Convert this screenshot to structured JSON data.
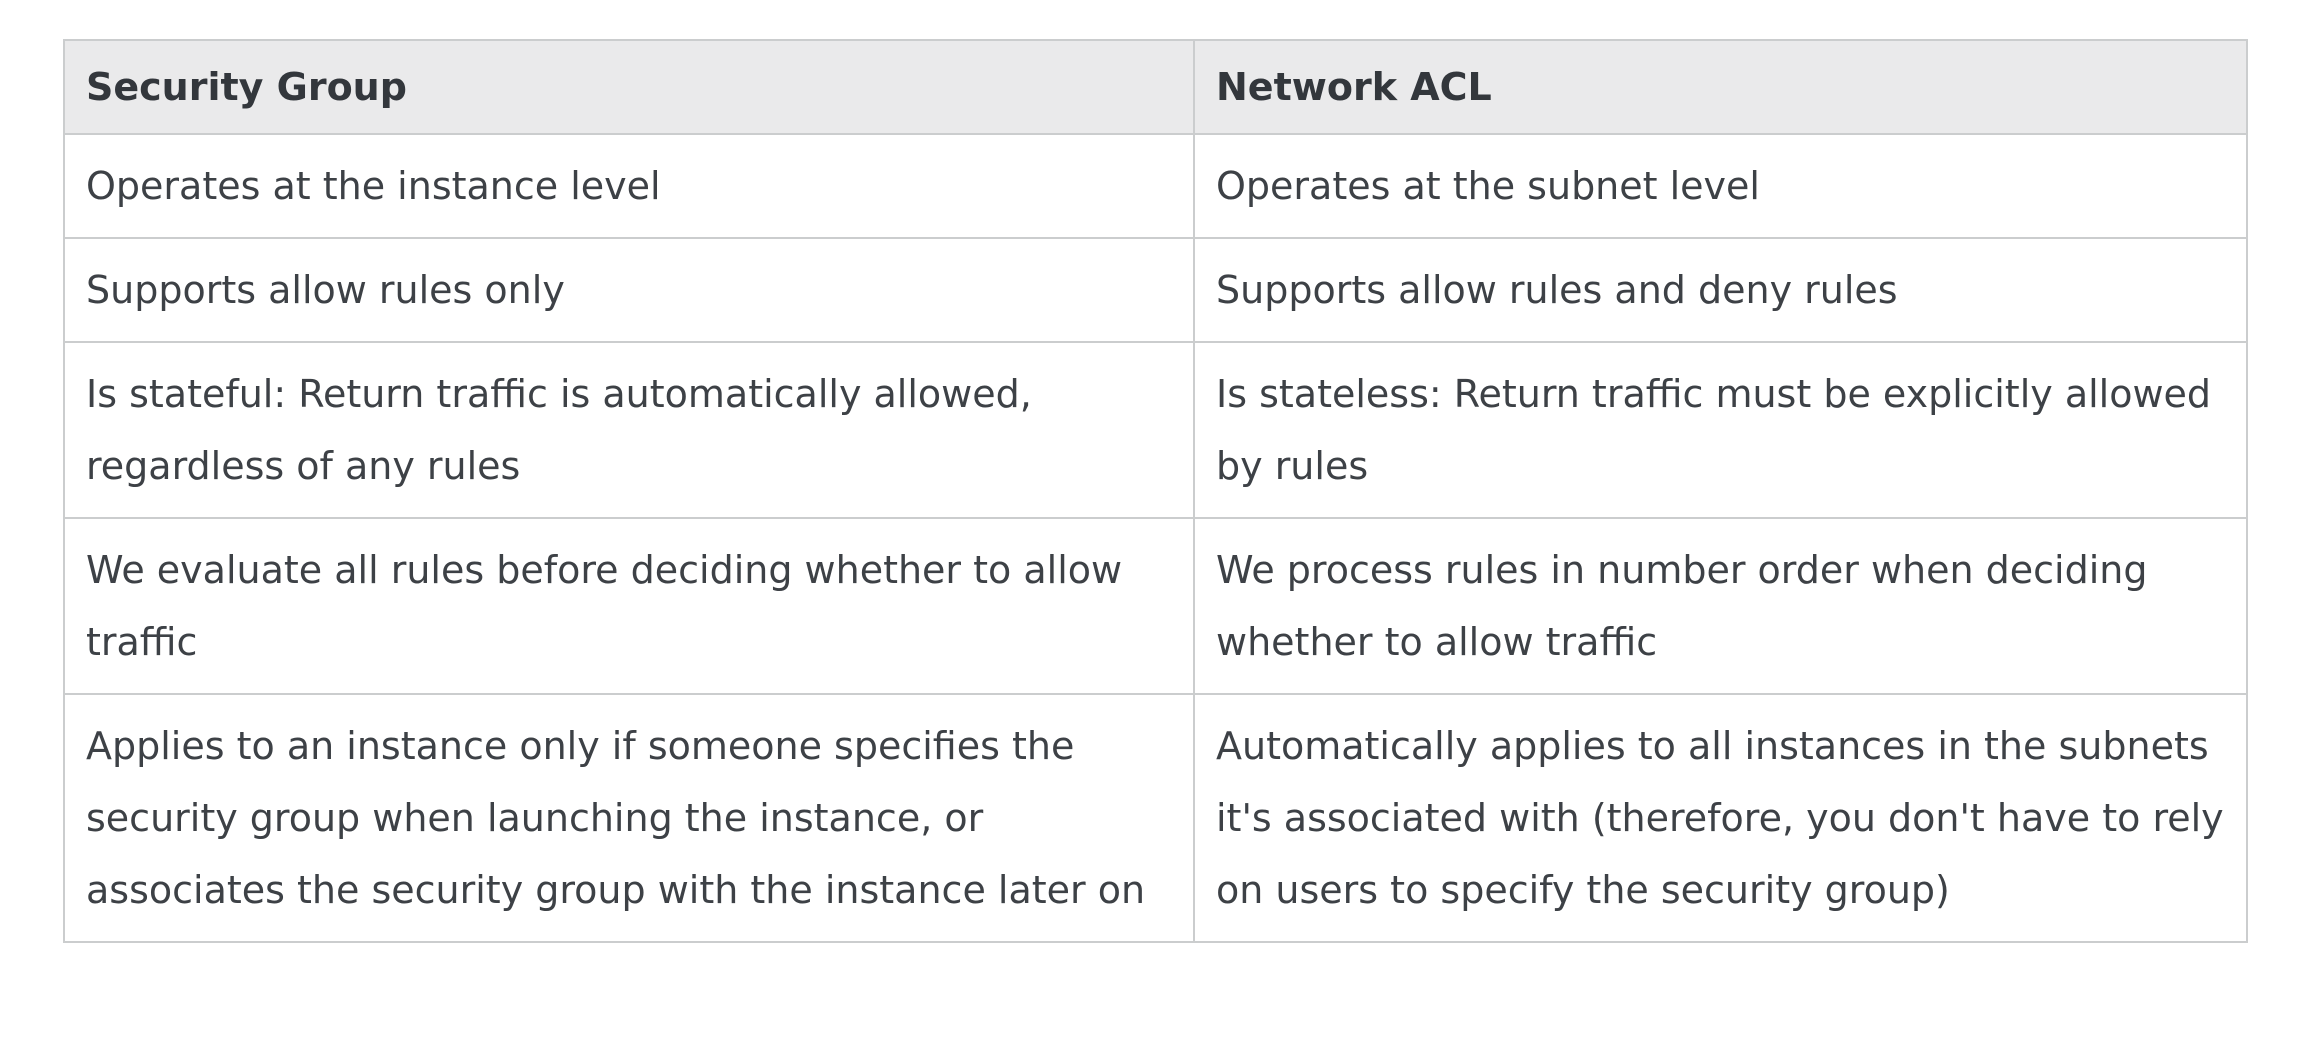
{
  "table": {
    "columns": [
      {
        "label": "Security Group"
      },
      {
        "label": "Network ACL"
      }
    ],
    "rows": [
      {
        "security_group": "Operates at the instance level",
        "network_acl": "Operates at the subnet level"
      },
      {
        "security_group": "Supports allow rules only",
        "network_acl": "Supports allow rules and deny rules"
      },
      {
        "security_group": "Is stateful: Return traffic is automatically allowed, regardless of any rules",
        "network_acl": "Is stateless: Return traffic must be explicitly allowed by rules"
      },
      {
        "security_group": "We evaluate all rules before deciding whether to allow traffic",
        "network_acl": "We process rules in number order when deciding whether to allow traffic"
      },
      {
        "security_group": "Applies to an instance only if someone specifies the security group when launching the instance, or associates the security group with the instance later on",
        "network_acl": "Automatically applies to all instances in the subnets it's associated with (therefore, you don't have to rely on users to specify the security group)"
      }
    ],
    "colors": {
      "header_background": "#eaeaeb",
      "border": "#cbcdce",
      "header_text": "#33373c",
      "body_text": "#3d4146",
      "page_background": "#ffffff"
    }
  }
}
